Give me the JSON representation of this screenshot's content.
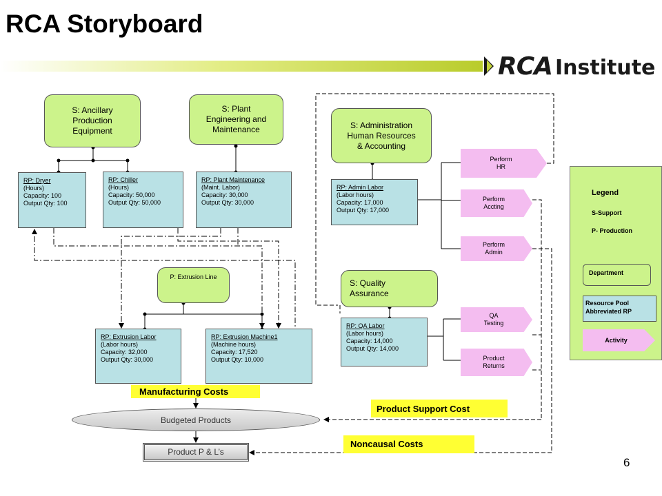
{
  "slide": {
    "title": "RCA Storyboard",
    "page_number": "6",
    "logo": {
      "text_main": "RCA",
      "text_sub": "Institute"
    }
  },
  "departments": {
    "ancillary": {
      "line1": "S:  Ancillary",
      "line2": "Production",
      "line3": "Equipment"
    },
    "plant_eng": {
      "line1": "S: Plant",
      "line2": "Engineering and",
      "line3": "Maintenance"
    },
    "admin": {
      "line1": "S: Administration",
      "line2": "Human Resources",
      "line3": "& Accounting"
    },
    "extrusion_line": {
      "line1": "P: Extrusion Line"
    },
    "quality": {
      "line1": "S: Quality",
      "line2": "Assurance"
    }
  },
  "resource_pools": {
    "dryer": {
      "name": "RP:  Dryer",
      "driver": "(Hours)",
      "capacity": "Capacity: 100",
      "output": "Output Qty: 100"
    },
    "chiller": {
      "name": "RP:  Chiller",
      "driver": "(Hours)",
      "capacity": "Capacity:  50,000",
      "output": "Output Qty: 50,000"
    },
    "plant_maint": {
      "name": "RP: Plant Maintenance",
      "driver": "(Maint. Labor)",
      "capacity": "Capacity: 30,000",
      "output": "Output Qty: 30,000"
    },
    "admin_labor": {
      "name": "RP: Admin Labor",
      "driver": "(Labor hours)",
      "capacity": "Capacity: 17,000",
      "output": "Output Qty: 17,000"
    },
    "extrusion_labor": {
      "name": "RP: Extrusion Labor",
      "driver": "(Labor hours)",
      "capacity": "Capacity: 32,000",
      "output": "Output Qty: 30,000"
    },
    "extrusion_machine": {
      "name": "RP: Extrusion Machine1",
      "driver": "(Machine hours)",
      "capacity": "Capacity: 17,520",
      "output": "Output Qty: 10,000"
    },
    "qa_labor": {
      "name": "RP: QA Labor",
      "driver": "(Labor hours)",
      "capacity": "Capacity: 14,000",
      "output": "Output Qty: 14,000"
    }
  },
  "activities": {
    "perform_hr": {
      "line1": "Perform",
      "line2": "HR"
    },
    "perform_accting": {
      "line1": "Perform",
      "line2": "Accting"
    },
    "perform_admin": {
      "line1": "Perform",
      "line2": "Admin"
    },
    "qa_testing": {
      "line1": "QA",
      "line2": "Testing"
    },
    "product_returns": {
      "line1": "Product",
      "line2": "Returns"
    }
  },
  "costs": {
    "manufacturing": "Manufacturing Costs",
    "product_support": "Product Support Cost",
    "noncausal": "Noncausal Costs"
  },
  "outputs": {
    "budgeted_products": "Budgeted Products",
    "product_pl": "Product P & L’s"
  },
  "legend": {
    "title": "Legend",
    "support": "S-Support",
    "production": "P- Production",
    "department": "Department",
    "resource_pool_l1": "Resource Pool",
    "resource_pool_l2": "Abbreviated RP",
    "activity": "Activity"
  },
  "colors": {
    "department_fill": "#ccf38b",
    "resource_pool_fill": "#b9e1e5",
    "activity_fill": "#f4bdf0",
    "cost_label_fill": "#ffff33"
  }
}
